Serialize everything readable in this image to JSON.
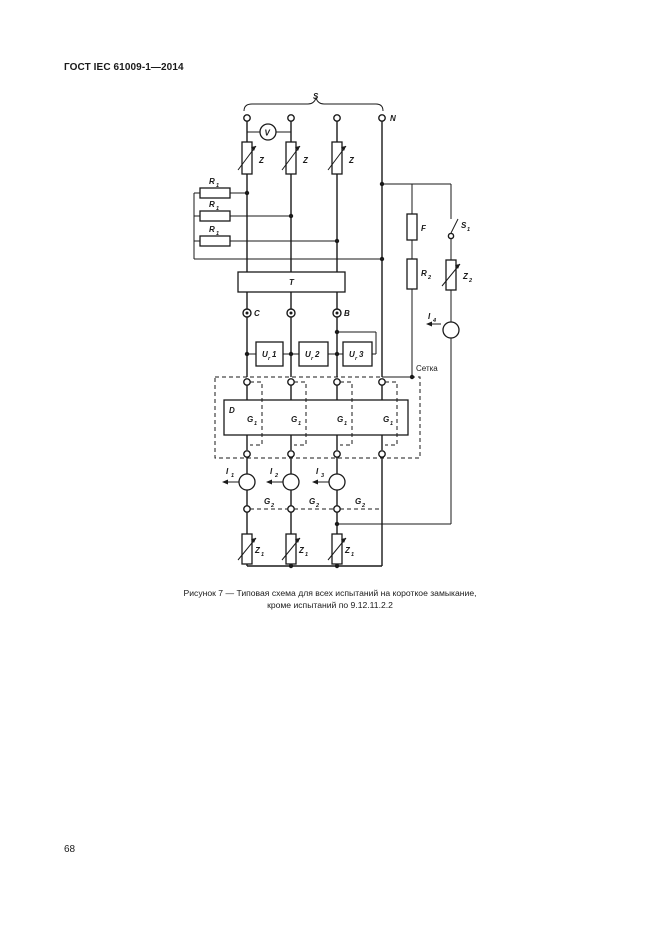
{
  "document": {
    "header": "ГОСТ IEC 61009-1—2014",
    "caption_line1": "Рисунок 7 — Типовая схема для всех испытаний на короткое замыкание,",
    "caption_line2": "кроме испытаний по 9.12.11.2.2",
    "page_number": "68"
  },
  "diagram": {
    "source_label": "S",
    "neutral_label": "N",
    "voltmeter_label": "V",
    "impedance_label": "Z",
    "resistor_label": "R",
    "resistor_sub": "1",
    "transformer_label": "T",
    "point_c_label": "C",
    "point_b_label": "B",
    "fuse_label": "F",
    "r2_label": "R",
    "r2_sub": "2",
    "z2_label": "Z",
    "z2_sub": "2",
    "switch_label": "S",
    "switch_sub": "1",
    "i4_label": "I",
    "i4_sub": "4",
    "grid_label": "Сетка",
    "u1_label": "U",
    "u1_suffix": "1",
    "u2_label": "U",
    "u2_suffix": "2",
    "u3_label": "U",
    "u3_suffix": "3",
    "u_sub": "r",
    "device_label": "D",
    "g1_label": "G",
    "g1_sub": "1",
    "g2_label": "G",
    "g2_sub": "2",
    "i1_label": "I",
    "i1_sub": "1",
    "i2_label": "I",
    "i2_sub": "2",
    "i3_label": "I",
    "i3_sub": "3",
    "z1_label": "Z",
    "z1_sub": "1"
  }
}
